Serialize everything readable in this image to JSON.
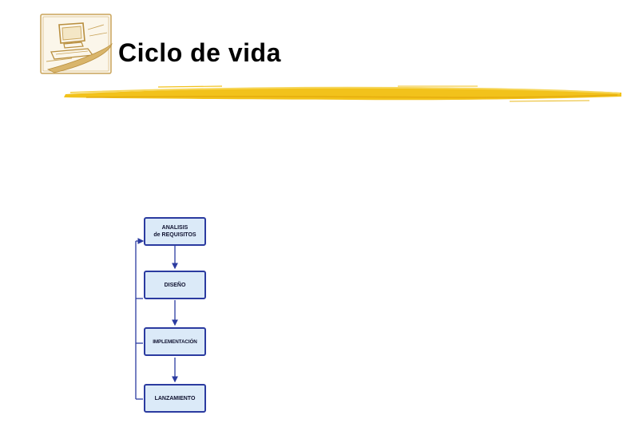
{
  "slide": {
    "title": "Ciclo de vida"
  },
  "logo": {
    "icon": "computer-sketch-icon"
  },
  "colors": {
    "brush": "#f2c21b",
    "box_fill": "#dbeaf8",
    "box_border": "#2b3ba0",
    "logo_stroke": "#c9a45a"
  },
  "flow": {
    "steps": [
      {
        "line1": "ANALISIS",
        "line2": "de REQUISITOS"
      },
      {
        "line1": "DISEÑO",
        "line2": ""
      },
      {
        "line1": "IMPLEMENTACIÓN",
        "line2": ""
      },
      {
        "line1": "LANZAMIENTO",
        "line2": ""
      }
    ]
  }
}
